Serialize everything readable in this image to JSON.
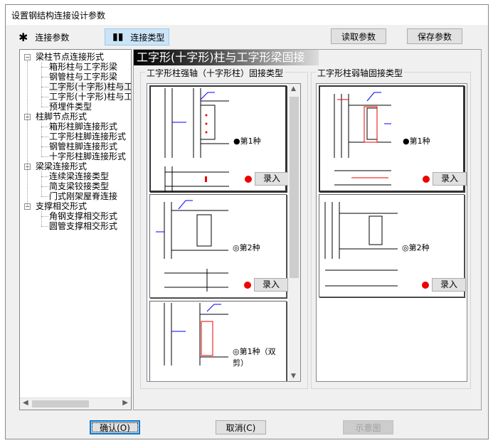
{
  "window": {
    "title": "设置钢结构连接设计参数"
  },
  "toolbar": {
    "params_label": "连接参数",
    "types_label": "连接类型",
    "read_label": "读取参数",
    "save_label": "保存参数"
  },
  "tree": [
    {
      "label": "梁柱节点连接形式",
      "children": [
        "箱形柱与工字形梁",
        "钢管柱与工字形梁",
        "工字形(十字形)柱与工",
        "工字形(十字形)柱与工",
        "预埋件类型"
      ]
    },
    {
      "label": "柱脚节点形式",
      "children": [
        "箱形柱脚连接形式",
        "工字形柱脚连接形式",
        "钢管柱脚连接形式",
        "十字形柱脚连接形式"
      ]
    },
    {
      "label": "梁梁连接形式",
      "children": [
        "连续梁连接类型",
        "简支梁铰接类型",
        "门式刚架屋脊连接"
      ]
    },
    {
      "label": "支撑相交形式",
      "children": [
        "角钢支撑相交形式",
        "圆管支撑相交形式"
      ]
    }
  ],
  "main": {
    "header": "工字形(十字形)柱与工字形梁固接",
    "strong": {
      "title": "工字形柱强轴（十字形柱）固接类型",
      "cards": [
        {
          "label": "●第1种",
          "button": "录入"
        },
        {
          "label": "◎第2种",
          "button": "录入"
        },
        {
          "label": "◎第1种（双剪）"
        }
      ]
    },
    "weak": {
      "title": "工字形柱弱轴固接类型",
      "cards": [
        {
          "label": "●第1种",
          "button": "录入"
        },
        {
          "label": "◎第2种",
          "button": "录入"
        }
      ]
    }
  },
  "footer": {
    "ok": "确认(O)",
    "cancel": "取消(C)",
    "diagram": "示意图"
  },
  "colors": {
    "accent": "#0078d7",
    "active_tab": "#cce4f7",
    "marker": "#e00000"
  }
}
